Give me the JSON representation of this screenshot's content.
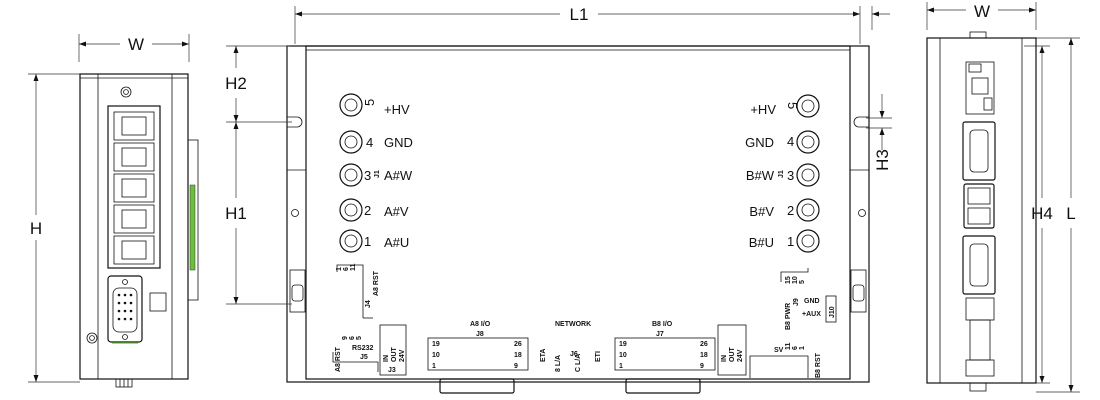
{
  "dimensions": {
    "left_width": "W",
    "left_height": "H",
    "front_length": "L1",
    "front_h1": "H1",
    "front_h2": "H2",
    "front_h3": "H3",
    "right_width": "W",
    "right_h4": "H4",
    "right_length": "L"
  },
  "terminals_left": [
    {
      "number": "5",
      "label": "+HV"
    },
    {
      "number": "4",
      "label": "GND"
    },
    {
      "number": "3",
      "label": "A#W"
    },
    {
      "number": "2",
      "label": "A#V"
    },
    {
      "number": "1",
      "label": "A#U"
    }
  ],
  "terminals_right": [
    {
      "number": "5",
      "label": "+HV"
    },
    {
      "number": "4",
      "label": "GND"
    },
    {
      "number": "3",
      "label": "B#W"
    },
    {
      "number": "2",
      "label": "B#V"
    },
    {
      "number": "1",
      "label": "B#U"
    }
  ],
  "connectors": {
    "j1_left": "J1",
    "j1_right": "J1",
    "rs232": "RS232",
    "rs232_id": "J5",
    "a_io": "A8 I/O",
    "a_io_id": "J8",
    "network": "NETWORK",
    "network_id": "J6",
    "b_io": "B8 I/O",
    "b_io_id": "J7",
    "j4": "J4",
    "j3": "J3",
    "sv": "SV",
    "b_pwr": "B8 PWR",
    "b_pwr_id": "J9",
    "aux": "+AUX",
    "j10": "J10",
    "gnd": "GND",
    "eta": "ETA",
    "eti": "ETI",
    "a_rst": "A8 RST",
    "b_rst": "B8 RST"
  }
}
